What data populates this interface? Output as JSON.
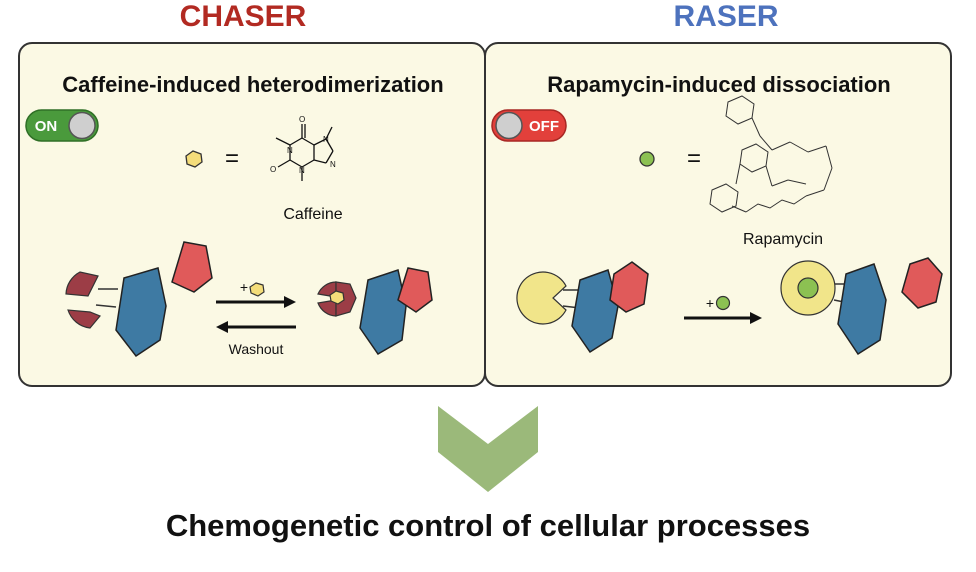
{
  "headers": {
    "left": "CHASER",
    "right": "RASER"
  },
  "colors": {
    "chaser": "#b22a22",
    "raser": "#4d72bd",
    "panel_bg": "#fbf9e4",
    "caffeine_dot": "#f4dd7a",
    "rapamycin_dot": "#8cc152",
    "blue_protein": "#3e7aa3",
    "red_protein": "#e05a5a",
    "maroon_binder": "#9c3d46",
    "yellow_binder": "#f1e58a",
    "arrow_green": "#9bb97a",
    "switch_on": "#4a9a3c",
    "switch_off": "#e2403b"
  },
  "left_panel": {
    "title": "Caffeine-induced heterodimerization",
    "switch_label": "ON",
    "equals": "=",
    "molecule_name": "Caffeine",
    "arrow_forward_label": "+",
    "arrow_back_label": "Washout"
  },
  "right_panel": {
    "title": "Rapamycin-induced dissociation",
    "switch_label": "OFF",
    "equals": "=",
    "molecule_name": "Rapamycin",
    "arrow_label": "+"
  },
  "bottom_text": "Chemogenetic control of cellular processes",
  "icons": {
    "down_arrow": "chevron-down-icon",
    "switch_on": "toggle-on-icon",
    "switch_off": "toggle-off-icon"
  }
}
